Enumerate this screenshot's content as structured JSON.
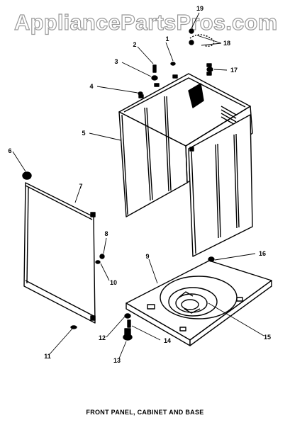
{
  "watermark": "AppliancePartsPros.com",
  "caption": "FRONT PANEL, CABINET AND BASE",
  "callouts": [
    "1",
    "2",
    "3",
    "4",
    "5",
    "6",
    "7",
    "8",
    "9",
    "10",
    "11",
    "12",
    "13",
    "14",
    "15",
    "16",
    "17",
    "18",
    "19"
  ]
}
